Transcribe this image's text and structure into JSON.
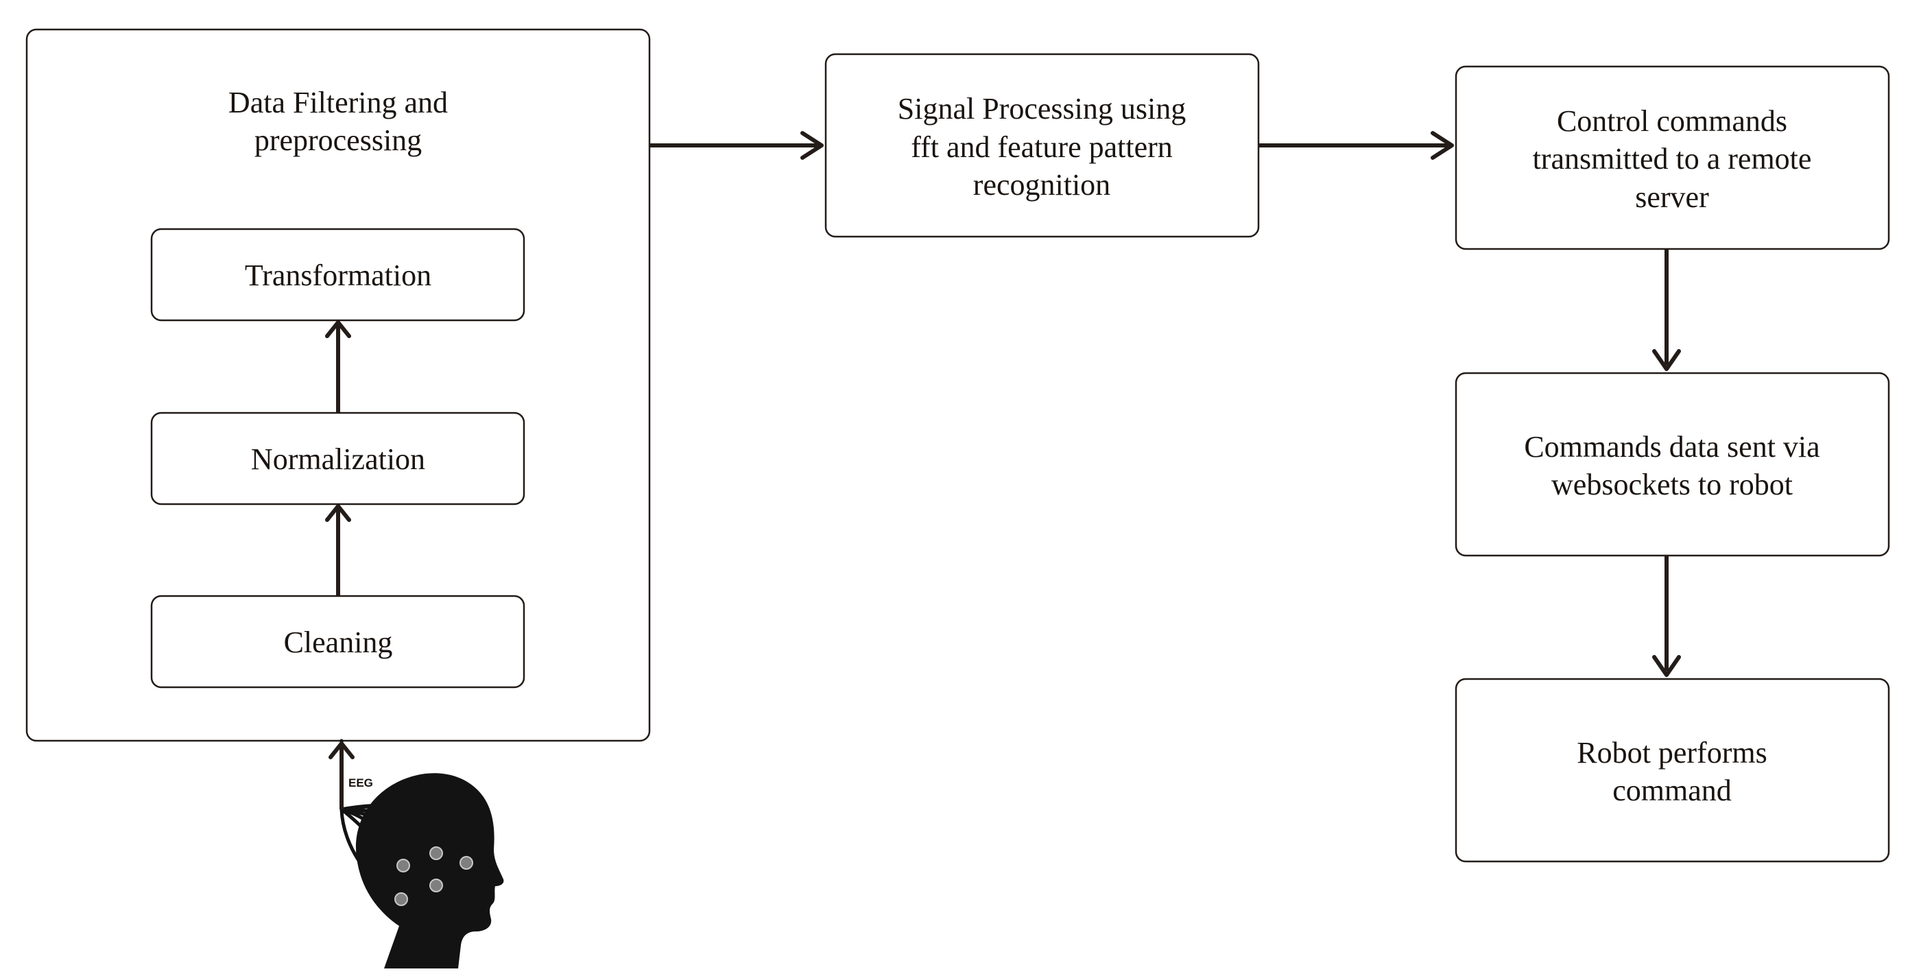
{
  "colors": {
    "stroke": "#231c18",
    "text": "#1a1410",
    "fill": "#ffffff",
    "head": "#131313",
    "electrode": "#7f7f7f"
  },
  "icons": {
    "head": "head-silhouette-with-eeg-electrodes-icon"
  },
  "preprocessing": {
    "title_line1": "Data Filtering and",
    "title_line2": "preprocessing",
    "transformation": "Transformation",
    "normalization": "Normalization",
    "cleaning": "Cleaning"
  },
  "signal_processing": {
    "line1": "Signal Processing using",
    "line2": "fft and feature pattern",
    "line3": "recognition"
  },
  "control_commands": {
    "line1": "Control commands",
    "line2": "transmitted to a remote",
    "line3": "server"
  },
  "websockets": {
    "line1": "Commands data sent via",
    "line2": "websockets to robot"
  },
  "robot": {
    "line1": "Robot performs",
    "line2": "command"
  },
  "eeg": {
    "label": "EEG"
  }
}
